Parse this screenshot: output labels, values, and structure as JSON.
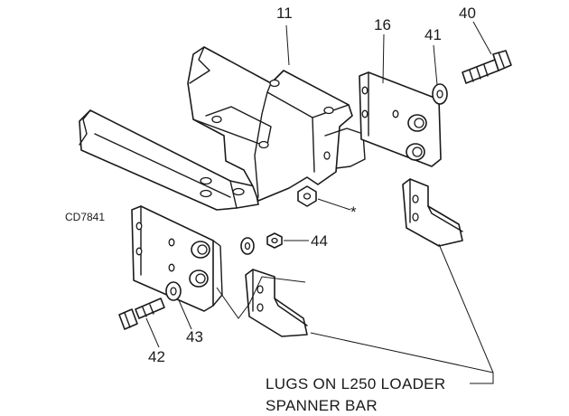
{
  "diagram": {
    "code": "CD7841",
    "parts": {
      "p11": "11",
      "p16": "16",
      "p40": "40",
      "p41": "41",
      "p42": "42",
      "p43": "43",
      "p44": "44",
      "star": "*"
    },
    "note_line1": "LUGS ON L250 LOADER",
    "note_line2": "SPANNER BAR"
  }
}
